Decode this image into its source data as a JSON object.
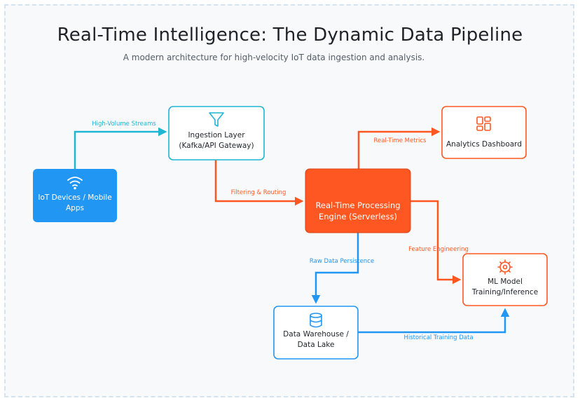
{
  "header": {
    "title": "Real-Time Intelligence: The Dynamic Data Pipeline",
    "subtitle": "A modern architecture for high-velocity IoT data ingestion and analysis."
  },
  "colors": {
    "blue": "#2196f3",
    "cyan": "#1fb5d3",
    "orange": "#ff5722",
    "dark_text": "#1f2328",
    "white": "#ffffff"
  },
  "nodes": {
    "iot": {
      "line1": "IoT Devices / Mobile",
      "line2": "Apps",
      "icon": "wifi-icon"
    },
    "ingestion": {
      "line1": "Ingestion Layer",
      "line2": "(Kafka/API Gateway)",
      "icon": "filter-icon"
    },
    "processing": {
      "line1": "Real-Time Processing",
      "line2": "Engine (Serverless)"
    },
    "dashboard": {
      "line1": "Analytics Dashboard",
      "icon": "dashboard-grid-icon"
    },
    "ml": {
      "line1": "ML Model",
      "line2": "Training/Inference",
      "icon": "gear-icon"
    },
    "warehouse": {
      "line1": "Data Warehouse /",
      "line2": "Data Lake",
      "icon": "database-icon"
    }
  },
  "edges": {
    "high_volume": "High-Volume Streams",
    "filtering": "Filtering & Routing",
    "realtime_metrics": "Real-Time Metrics",
    "feature_engineering": "Feature Engineering",
    "raw_data": "Raw Data Persistence",
    "historical": "Historical Training Data"
  }
}
